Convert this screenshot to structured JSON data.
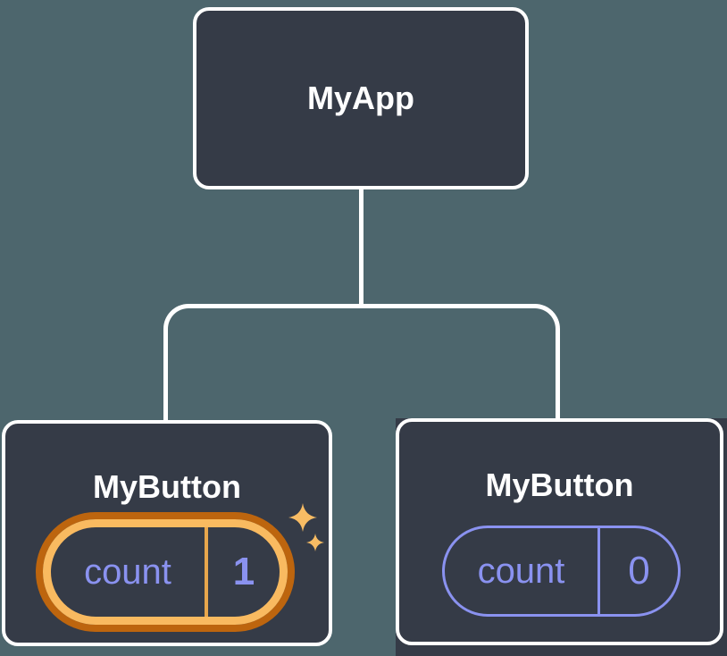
{
  "diagram": {
    "background_color": "#4D666D",
    "node_fill": "#353B47",
    "node_border": "#FFFFFF",
    "line_color": "#FFFFFF",
    "accent_purple": "#8A92F0",
    "highlight_orange_dark": "#BD650E",
    "highlight_orange_light": "#F9BA60",
    "highlight_divider": "#E8A64C",
    "sparkle_color": "#F8BC64"
  },
  "root": {
    "label": "MyApp"
  },
  "children": [
    {
      "label": "MyButton",
      "state": {
        "name": "count",
        "value": "1"
      },
      "highlighted": true,
      "icon": "sparkle-icon"
    },
    {
      "label": "MyButton",
      "state": {
        "name": "count",
        "value": "0"
      },
      "highlighted": false
    }
  ]
}
